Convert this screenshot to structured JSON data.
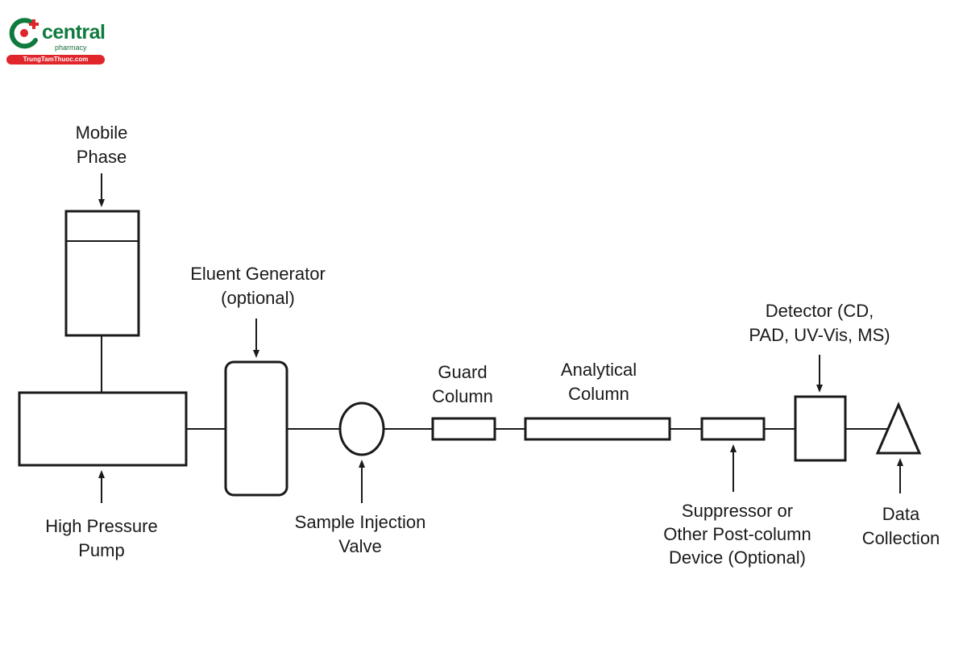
{
  "logo": {
    "brand": "central",
    "sub": "pharmacy",
    "tag": "TrungTamThuoc.com",
    "colors": {
      "green": "#0f7a3e",
      "red": "#e0252b"
    }
  },
  "labels": {
    "mobile_phase": [
      "Mobile",
      "Phase"
    ],
    "pump": [
      "High Pressure",
      "Pump"
    ],
    "eluent": [
      "Eluent Generator",
      "(optional)"
    ],
    "injection": [
      "Sample Injection",
      "Valve"
    ],
    "guard": [
      "Guard",
      "Column"
    ],
    "analytical": [
      "Analytical",
      "Column"
    ],
    "suppressor": [
      "Suppressor or",
      "Other Post-column",
      "Device (Optional)"
    ],
    "detector": [
      "Detector (CD,",
      "PAD, UV-Vis, MS)"
    ],
    "data": [
      "Data",
      "Collection"
    ]
  }
}
